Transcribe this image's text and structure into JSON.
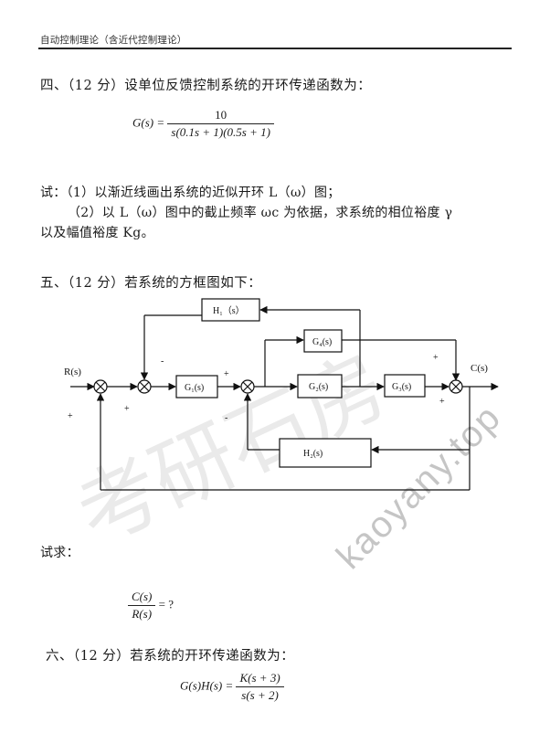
{
  "header": {
    "course_title": "自动控制理论（含近代控制理论）"
  },
  "question4": {
    "title": "四、（12 分）设单位反馈控制系统的开环传递函数为：",
    "formula": {
      "lhs": "G(s) =",
      "numerator": "10",
      "denominator": "s(0.1s + 1)(0.5s + 1)"
    },
    "part1": "试：（1）以渐近线画出系统的近似开环 L（ω）图；",
    "part2_line1": "（2）以 L（ω）图中的截止频率 ωc 为依据，求系统的相位裕度 γ",
    "part2_line2": "以及幅值裕度 Kg。"
  },
  "question5": {
    "title": "五、（12 分）若系统的方框图如下：",
    "diagram": {
      "input_label": "R(s)",
      "output_label": "C(s)",
      "blocks": {
        "h1": "H₁（s）",
        "g1": "G₁(s)",
        "g2": "G₂(s)",
        "g3": "G₃(s)",
        "g4": "G₄(s)",
        "h2": "H₂(s)"
      },
      "signs": {
        "sum1_input": "+",
        "sum1_feedback": "+",
        "sum2_feedback": "-",
        "sum3_input": "+",
        "sum3_feedback": "-",
        "sum4_top": "+",
        "sum4_bottom": "+"
      }
    },
    "ask": "试求：",
    "formula": {
      "numerator": "C(s)",
      "denominator": "R(s)",
      "rhs": "= ?"
    }
  },
  "question6": {
    "title": "六、（12 分）若系统的开环传递函数为：",
    "formula": {
      "lhs": "G(s)H(s) =",
      "numerator": "K(s + 3)",
      "denominator": "s(s + 2)"
    }
  },
  "watermark": {
    "chinese": "考研石房",
    "url": "kaoyany.top"
  }
}
